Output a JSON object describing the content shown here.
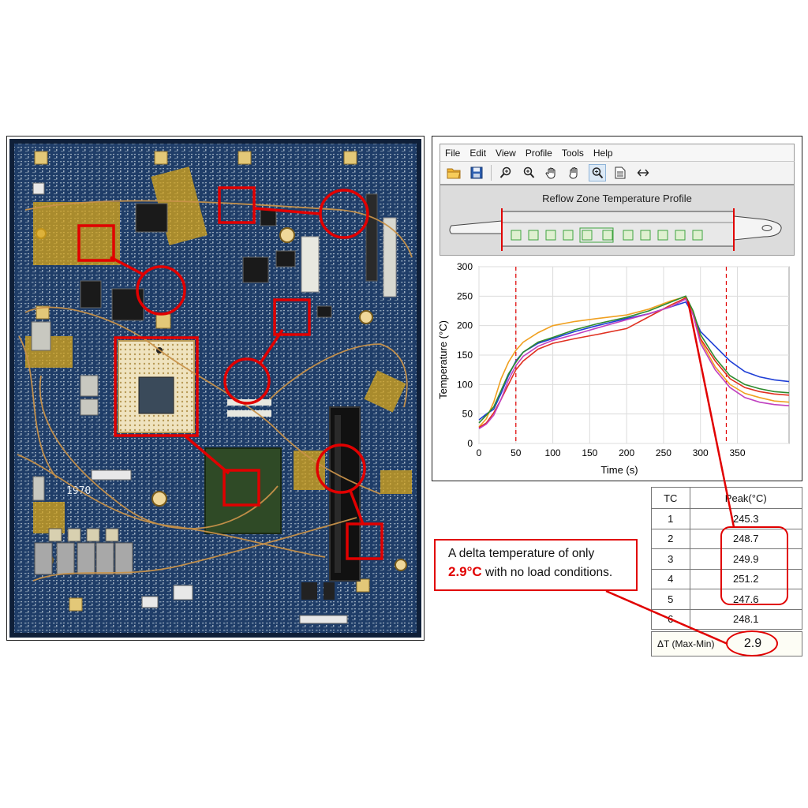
{
  "menu": [
    "File",
    "Edit",
    "View",
    "Profile",
    "Tools",
    "Help"
  ],
  "toolbar_icons": [
    "open-folder-icon",
    "save-icon",
    "zoom-in-icon",
    "zoom-icon",
    "pan-hand-icon",
    "grab-hand-icon",
    "zoom-region-icon",
    "report-icon",
    "fit-width-icon"
  ],
  "oven_panel": {
    "title": "Reflow Zone Temperature Profile"
  },
  "chart_data": {
    "type": "line",
    "title": "",
    "xlabel": "Time (s)",
    "ylabel": "Temperature (°C)",
    "xlim": [
      0,
      420
    ],
    "ylim": [
      0,
      300
    ],
    "x_ticks": [
      0,
      50,
      100,
      150,
      200,
      250,
      300,
      350
    ],
    "y_ticks": [
      0,
      50,
      100,
      150,
      200,
      250,
      300
    ],
    "grid": true,
    "markers": [
      50,
      335
    ],
    "series": [
      {
        "color": "#1f3fd6",
        "points": [
          [
            0,
            40
          ],
          [
            10,
            50
          ],
          [
            20,
            58
          ],
          [
            30,
            85
          ],
          [
            40,
            115
          ],
          [
            50,
            140
          ],
          [
            60,
            155
          ],
          [
            80,
            170
          ],
          [
            100,
            178
          ],
          [
            130,
            190
          ],
          [
            160,
            200
          ],
          [
            200,
            212
          ],
          [
            230,
            220
          ],
          [
            260,
            232
          ],
          [
            280,
            240
          ],
          [
            290,
            220
          ],
          [
            300,
            190
          ],
          [
            320,
            165
          ],
          [
            340,
            140
          ],
          [
            360,
            122
          ],
          [
            380,
            113
          ],
          [
            400,
            108
          ],
          [
            420,
            105
          ]
        ]
      },
      {
        "color": "#f0a020",
        "points": [
          [
            0,
            28
          ],
          [
            10,
            42
          ],
          [
            20,
            70
          ],
          [
            30,
            110
          ],
          [
            40,
            138
          ],
          [
            50,
            158
          ],
          [
            60,
            172
          ],
          [
            80,
            188
          ],
          [
            100,
            200
          ],
          [
            130,
            207
          ],
          [
            160,
            212
          ],
          [
            200,
            218
          ],
          [
            230,
            228
          ],
          [
            260,
            242
          ],
          [
            280,
            249
          ],
          [
            290,
            220
          ],
          [
            300,
            175
          ],
          [
            320,
            130
          ],
          [
            340,
            100
          ],
          [
            360,
            85
          ],
          [
            380,
            78
          ],
          [
            400,
            72
          ],
          [
            420,
            70
          ]
        ]
      },
      {
        "color": "#2e8b2e",
        "points": [
          [
            0,
            35
          ],
          [
            10,
            48
          ],
          [
            20,
            62
          ],
          [
            30,
            90
          ],
          [
            40,
            118
          ],
          [
            50,
            138
          ],
          [
            60,
            155
          ],
          [
            80,
            172
          ],
          [
            100,
            180
          ],
          [
            130,
            193
          ],
          [
            160,
            203
          ],
          [
            200,
            214
          ],
          [
            230,
            225
          ],
          [
            260,
            240
          ],
          [
            280,
            250
          ],
          [
            290,
            225
          ],
          [
            300,
            185
          ],
          [
            320,
            145
          ],
          [
            340,
            115
          ],
          [
            360,
            100
          ],
          [
            380,
            93
          ],
          [
            400,
            88
          ],
          [
            420,
            86
          ]
        ]
      },
      {
        "color": "#e03020",
        "points": [
          [
            0,
            27
          ],
          [
            10,
            35
          ],
          [
            20,
            52
          ],
          [
            30,
            75
          ],
          [
            40,
            100
          ],
          [
            50,
            125
          ],
          [
            60,
            140
          ],
          [
            80,
            160
          ],
          [
            100,
            170
          ],
          [
            130,
            178
          ],
          [
            160,
            185
          ],
          [
            200,
            195
          ],
          [
            230,
            215
          ],
          [
            260,
            235
          ],
          [
            280,
            247
          ],
          [
            290,
            218
          ],
          [
            300,
            178
          ],
          [
            320,
            140
          ],
          [
            340,
            110
          ],
          [
            360,
            95
          ],
          [
            380,
            88
          ],
          [
            400,
            84
          ],
          [
            420,
            82
          ]
        ]
      },
      {
        "color": "#c040c0",
        "points": [
          [
            0,
            25
          ],
          [
            10,
            33
          ],
          [
            20,
            48
          ],
          [
            30,
            75
          ],
          [
            40,
            108
          ],
          [
            50,
            132
          ],
          [
            60,
            148
          ],
          [
            80,
            165
          ],
          [
            100,
            175
          ],
          [
            130,
            185
          ],
          [
            160,
            196
          ],
          [
            200,
            210
          ],
          [
            230,
            220
          ],
          [
            260,
            232
          ],
          [
            280,
            245
          ],
          [
            290,
            218
          ],
          [
            300,
            170
          ],
          [
            320,
            125
          ],
          [
            340,
            95
          ],
          [
            360,
            78
          ],
          [
            380,
            70
          ],
          [
            400,
            66
          ],
          [
            420,
            64
          ]
        ]
      }
    ]
  },
  "table": {
    "headers": [
      "TC",
      "Peak(°C)"
    ],
    "rows": [
      [
        "1",
        "245.3"
      ],
      [
        "2",
        "248.7"
      ],
      [
        "3",
        "249.9"
      ],
      [
        "4",
        "251.2"
      ],
      [
        "5",
        "247.6"
      ],
      [
        "6",
        "248.1"
      ]
    ],
    "delta_label": "ΔT (Max-Min)",
    "delta_value": "2.9"
  },
  "callout": {
    "line1": "A delta temperature of only",
    "highlight": "2.9°C",
    "line2_rest": " with no load conditions."
  },
  "board": {
    "silkscreen": "1970"
  },
  "colors": {
    "accent_red": "#e10000",
    "pcb_blue": "#1d3a63",
    "kapton_tape": "#d9a61a",
    "thermocouple_wire": "#c8924a"
  }
}
